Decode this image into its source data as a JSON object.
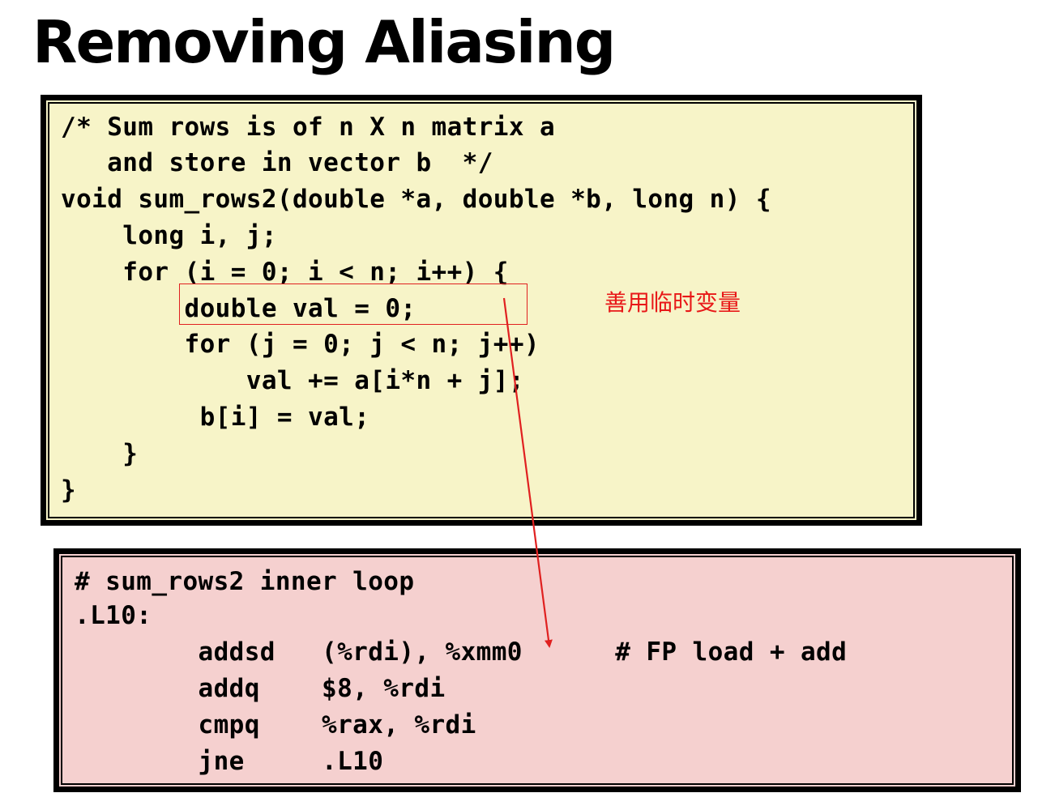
{
  "slide": {
    "title": "Removing Aliasing"
  },
  "c_code": {
    "lines": [
      "/* Sum rows is of n X n matrix a",
      "   and store in vector b  */",
      "void sum_rows2(double *a, double *b, long n) {",
      "    long i, j;",
      "    for (i = 0; i < n; i++) {",
      "        double val = 0;",
      "        for (j = 0; j < n; j++)",
      "            val += a[i*n + j];",
      "         b[i] = val;",
      "    }",
      "}"
    ]
  },
  "annotation": {
    "text": "善用临时变量",
    "color": "#e81818"
  },
  "asm_code": {
    "lines": [
      "# sum_rows2 inner loop",
      ".L10:",
      "        addsd   (%rdi), %xmm0      # FP load + add",
      "        addq    $8, %rdi",
      "        cmpq    %rax, %rdi",
      "        jne     .L10"
    ]
  },
  "colors": {
    "c_panel_bg": "#f7f4c8",
    "asm_panel_bg": "#f5d0cf",
    "accent_red": "#e02020"
  }
}
